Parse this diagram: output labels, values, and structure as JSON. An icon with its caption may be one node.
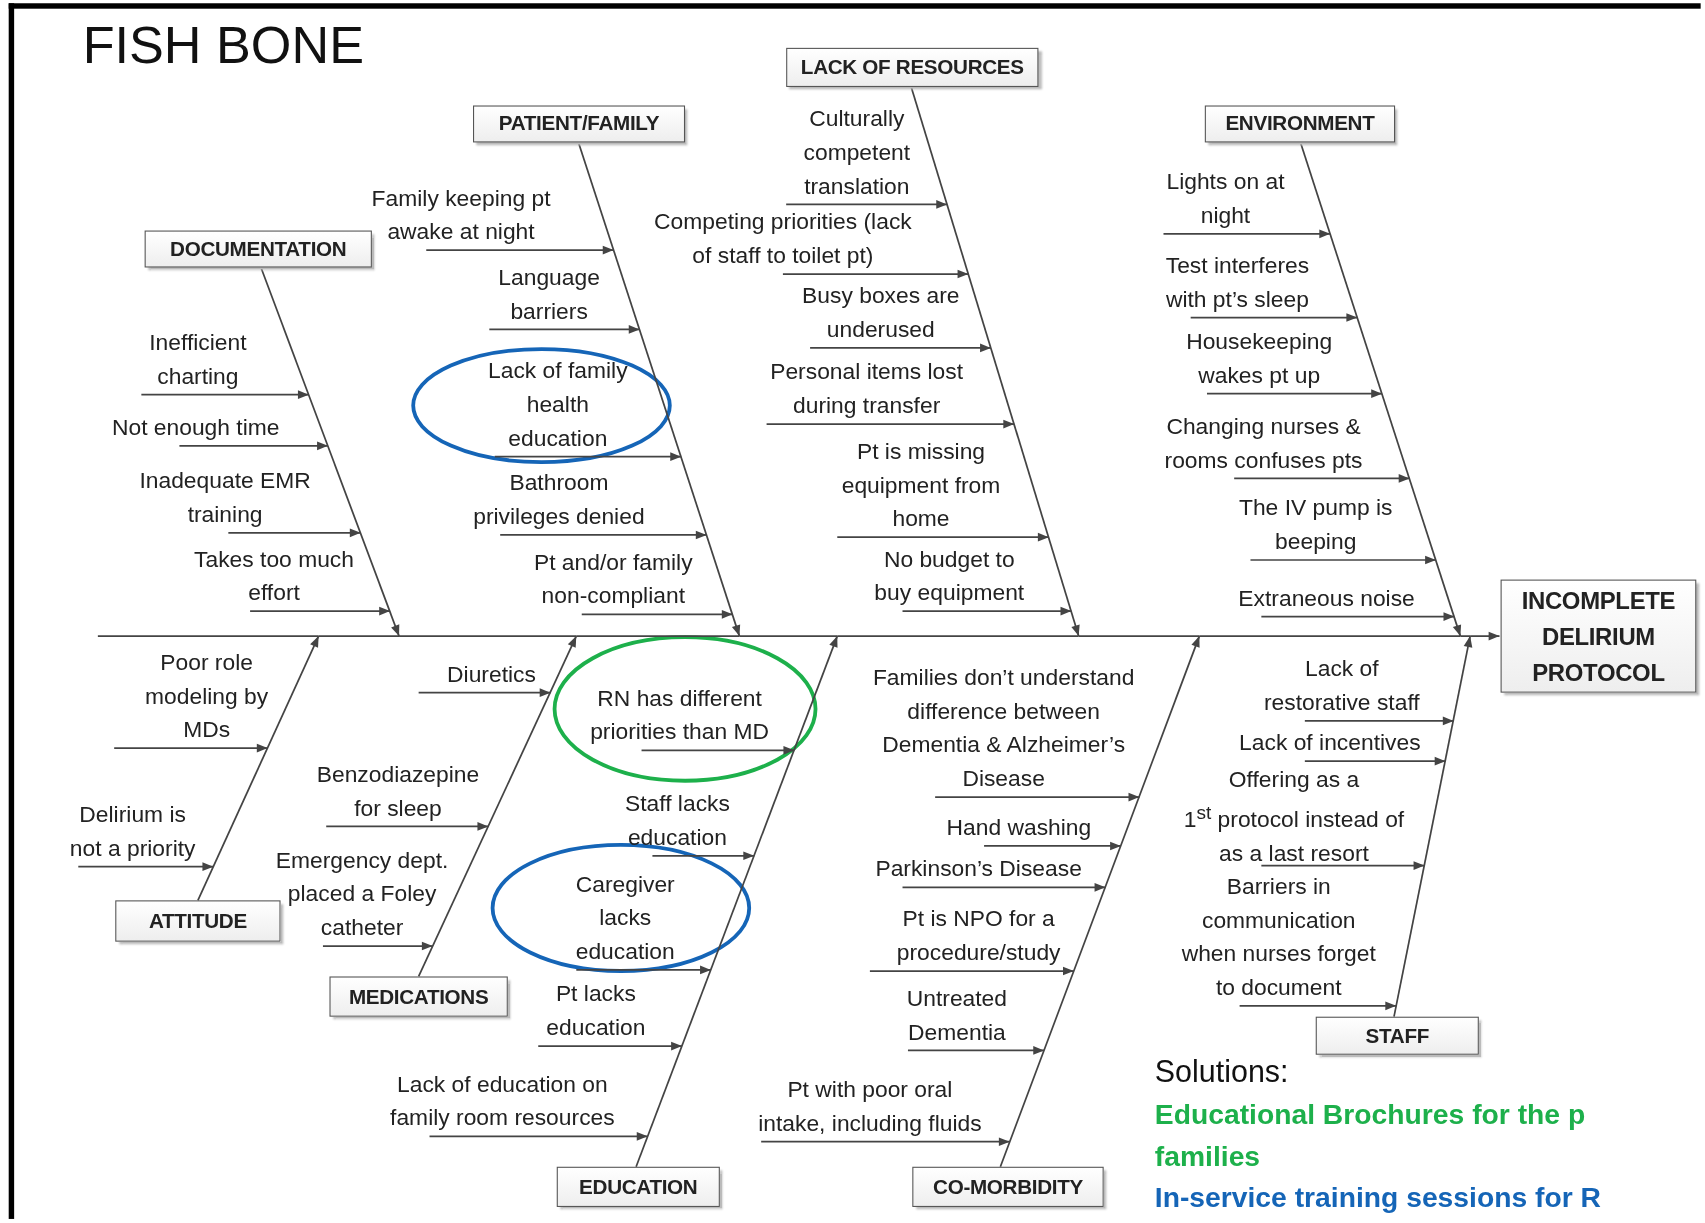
{
  "diagram": {
    "title": "FISH BONE",
    "nodes": [
      {
        "text": [
          "DOCUMENTATION"
        ]
      },
      {
        "text": [
          "PATIENT/FAMILY"
        ]
      },
      {
        "text": [
          "LACK OF RESOURCES"
        ]
      },
      {
        "text": [
          "ENVIRONMENT"
        ]
      },
      {
        "text": [
          "INCOMPLETE DELIRIUM PROTOCOL"
        ]
      },
      {
        "text": [
          "ATTITUDE"
        ]
      },
      {
        "text": [
          "MEDICATIONS"
        ]
      },
      {
        "text": [
          "EDUCATION"
        ]
      },
      {
        "text": [
          "CO-MORBIDITY"
        ]
      },
      {
        "text": [
          "STAFF"
        ]
      },
      {
        "text": [
          "Inefficient charting"
        ]
      },
      {
        "text": [
          "Not enough time"
        ]
      },
      {
        "text": [
          "Inadequate EMR training"
        ]
      },
      {
        "text": [
          "Takes too much effort"
        ]
      },
      {
        "text": [
          "Family keeping pt awake at night"
        ]
      },
      {
        "text": [
          "Language barriers"
        ]
      },
      {
        "text": [
          "Lack of family health education"
        ]
      },
      {
        "text": [
          "Bathroom privileges denied"
        ]
      },
      {
        "text": [
          "Pt and/or family non-compliant"
        ]
      },
      {
        "text": [
          "Culturally competent translation"
        ]
      },
      {
        "text": [
          "Competing priorities (lack of staff to toilet pt)"
        ]
      },
      {
        "text": [
          "Busy boxes are underused"
        ]
      },
      {
        "text": [
          "Personal items lost during transfer"
        ]
      },
      {
        "text": [
          "Pt is missing equipment from home"
        ]
      },
      {
        "text": [
          "No budget to buy equipment"
        ]
      },
      {
        "text": [
          "Lights on at night"
        ]
      },
      {
        "text": [
          "Test interferes with pt’s sleep"
        ]
      },
      {
        "text": [
          "Housekeeping wakes pt up"
        ]
      },
      {
        "text": [
          "Changing nurses & rooms confuses pts"
        ]
      },
      {
        "text": [
          "The IV pump is beeping"
        ]
      },
      {
        "text": [
          "Extraneous noise"
        ]
      },
      {
        "text": [
          "Poor role modeling by MDs"
        ]
      },
      {
        "text": [
          "Delirium is not a priority"
        ]
      },
      {
        "text": [
          "Diuretics"
        ]
      },
      {
        "text": [
          "Benzodiazepine for sleep"
        ]
      },
      {
        "text": [
          "Emergency dept. placed a Foley catheter"
        ]
      },
      {
        "text": [
          "RN has different priorities than MD"
        ]
      },
      {
        "text": [
          "Staff lacks education"
        ]
      },
      {
        "text": [
          "Caregiver lacks education"
        ]
      },
      {
        "text": [
          "Pt lacks education"
        ]
      },
      {
        "text": [
          "Lack of education on family room resources"
        ]
      },
      {
        "text": [
          "Families don’t understand difference between Dementia & Alzheimer’s Disease"
        ]
      },
      {
        "text": [
          "Hand washing"
        ]
      },
      {
        "text": [
          "Parkinson’s Disease"
        ]
      },
      {
        "text": [
          "Pt is NPO for a procedure/study"
        ]
      },
      {
        "text": [
          "Untreated Dementia"
        ]
      },
      {
        "text": [
          "Pt with poor oral intake, including fluids"
        ]
      },
      {
        "text": [
          "Lack of restorative staff"
        ]
      },
      {
        "text": [
          "Lack of incentives"
        ]
      },
      {
        "text": [
          "Offering as a 1$^{st}$ protocol instead of as a last resort"
        ]
      },
      {
        "text": [
          "Barriers in communication when nurses forget to document"
        ]
      }
    ],
    "edges": [
      {
        "from": null,
        "to": 4,
        "arrow": "to"
      },
      {
        "from": 0,
        "to": 4,
        "arrow": "to"
      },
      {
        "from": 1,
        "to": 4,
        "arrow": "to"
      },
      {
        "from": 2,
        "to": 4,
        "arrow": "to"
      },
      {
        "from": 3,
        "to": 4,
        "arrow": "to"
      },
      {
        "from": 5,
        "to": 4,
        "arrow": "to"
      },
      {
        "from": 6,
        "to": 4,
        "arrow": "to"
      },
      {
        "from": 7,
        "to": 4,
        "arrow": "to"
      },
      {
        "from": 8,
        "to": 4,
        "arrow": "to"
      },
      {
        "from": 9,
        "to": 4,
        "arrow": "to"
      },
      {
        "from": 10,
        "to": 4,
        "arrow": "to"
      },
      {
        "from": 11,
        "to": 4,
        "arrow": "to"
      },
      {
        "from": 12,
        "to": 4,
        "arrow": "to"
      },
      {
        "from": 13,
        "to": 4,
        "arrow": "to"
      },
      {
        "from": 14,
        "to": 4,
        "arrow": "to"
      },
      {
        "from": 15,
        "to": 4,
        "arrow": "to"
      },
      {
        "from": 16,
        "to": 4,
        "arrow": "to"
      },
      {
        "from": 17,
        "to": 4,
        "arrow": "to"
      },
      {
        "from": 18,
        "to": 4,
        "arrow": "to"
      },
      {
        "from": 19,
        "to": 4,
        "arrow": "to"
      },
      {
        "from": 20,
        "to": 4,
        "arrow": "to"
      },
      {
        "from": 21,
        "to": 4,
        "arrow": "to"
      },
      {
        "from": 22,
        "to": 4,
        "arrow": "to"
      },
      {
        "from": 23,
        "to": 4,
        "arrow": "to"
      },
      {
        "from": 24,
        "to": 4,
        "arrow": "to"
      },
      {
        "from": 25,
        "to": 4,
        "arrow": "to"
      },
      {
        "from": 26,
        "to": 4,
        "arrow": "to"
      },
      {
        "from": 27,
        "to": 4,
        "arrow": "to"
      },
      {
        "from": 28,
        "to": 4,
        "arrow": "to"
      },
      {
        "from": 29,
        "to": 4,
        "arrow": "to"
      },
      {
        "from": 30,
        "to": 4,
        "arrow": "to"
      },
      {
        "from": 31,
        "to": 4,
        "arrow": "to"
      },
      {
        "from": 32,
        "to": 4,
        "arrow": "to"
      },
      {
        "from": 33,
        "to": 4,
        "arrow": "to"
      },
      {
        "from": 34,
        "to": 4,
        "arrow": "to"
      },
      {
        "from": 35,
        "to": 4,
        "arrow": "to"
      },
      {
        "from": 36,
        "to": 4,
        "arrow": "to"
      },
      {
        "from": 37,
        "to": 4,
        "arrow": "to"
      },
      {
        "from": 38,
        "to": 4,
        "arrow": "to"
      },
      {
        "from": 39,
        "to": 4,
        "arrow": "to"
      },
      {
        "from": 40,
        "to": 4,
        "arrow": "to"
      },
      {
        "from": 41,
        "to": 4,
        "arrow": "to"
      },
      {
        "from": 42,
        "to": 4,
        "arrow": "to"
      },
      {
        "from": 43,
        "to": 4,
        "arrow": "to"
      },
      {
        "from": 44,
        "to": 4,
        "arrow": "to"
      },
      {
        "from": 45,
        "to": 4,
        "arrow": "to"
      },
      {
        "from": 46,
        "to": 4,
        "arrow": "to"
      },
      {
        "from": 47,
        "to": 4,
        "arrow": "to"
      },
      {
        "from": 48,
        "to": 4,
        "arrow": "to"
      },
      {
        "from": 49,
        "to": 4,
        "arrow": "to"
      },
      {
        "from": 50,
        "to": 4,
        "arrow": "to"
      }
    ],
    "labels": [
      "Solutions:",
      "Educational Brochures for the p families",
      "In-service training sessions for R"
    ]
  }
}
